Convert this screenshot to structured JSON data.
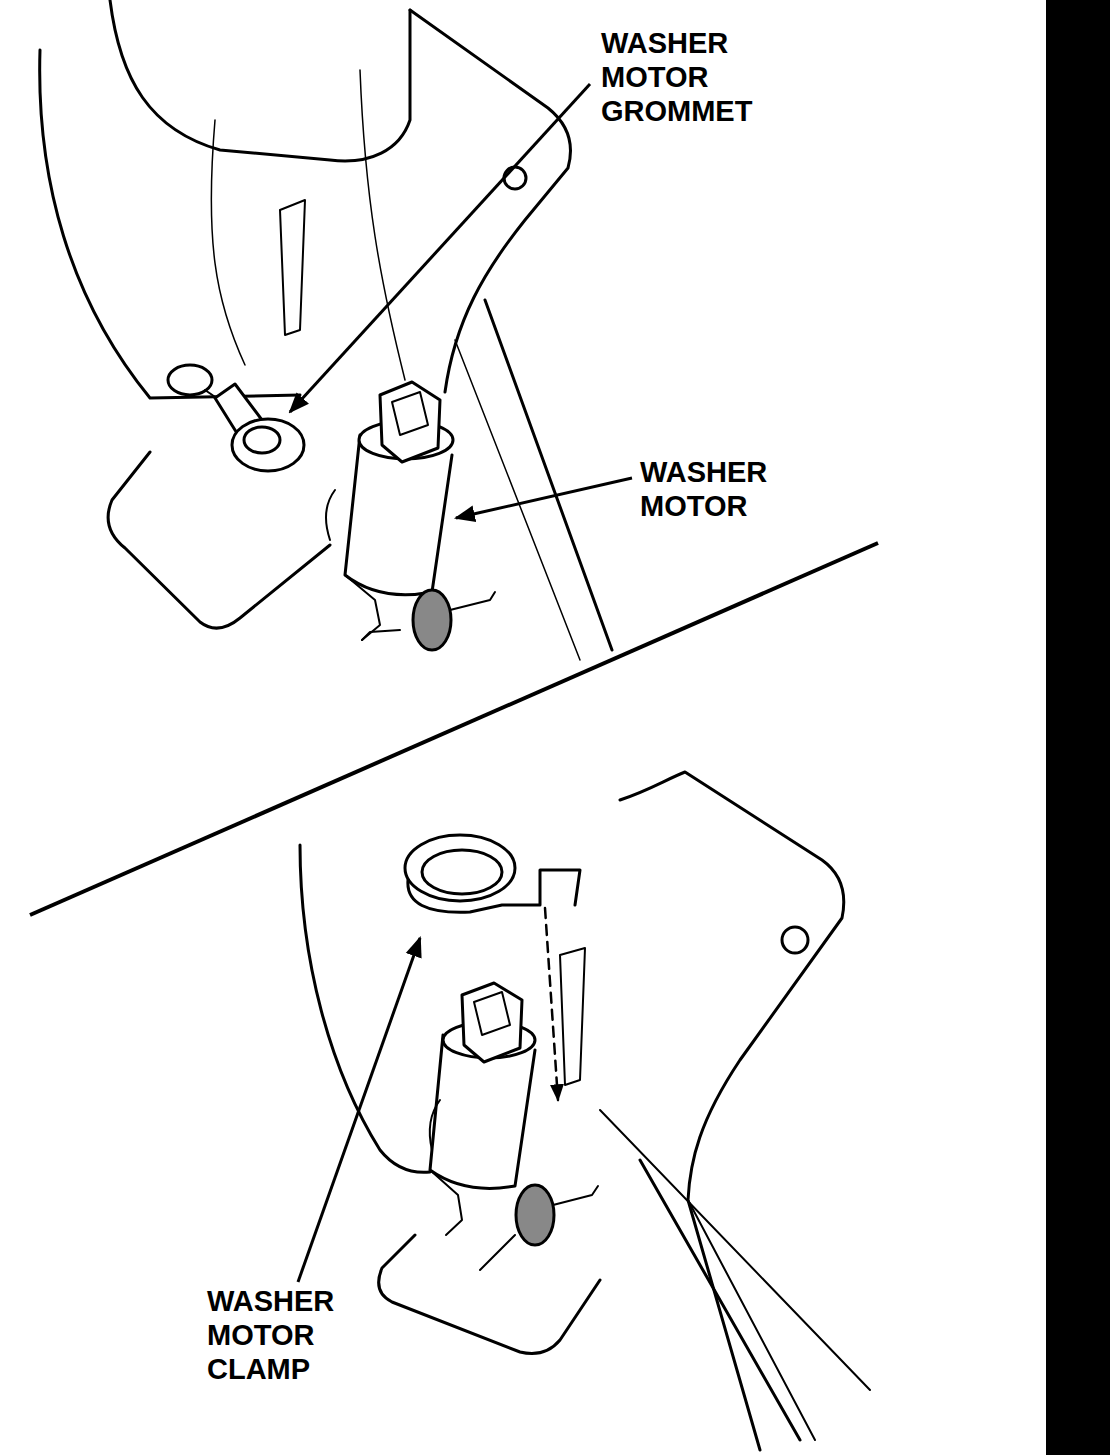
{
  "diagram": {
    "labels": [
      "WASHER MOTOR GROMMET",
      "WASHER MOTOR",
      "WASHER MOTOR CLAMP"
    ]
  }
}
